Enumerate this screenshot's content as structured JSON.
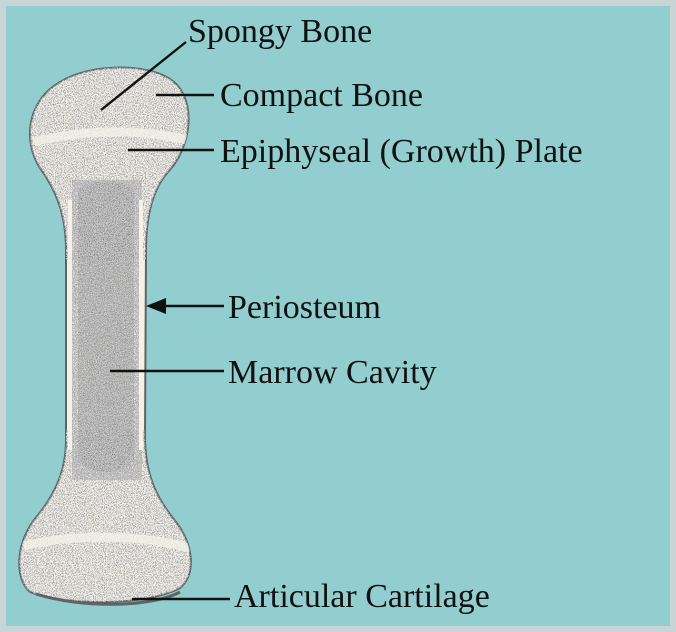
{
  "colors": {
    "background": "#92CED0",
    "frame": "#C7D5D6",
    "bone_fill": "#F4F1E8",
    "bone_outline": "#5F6364",
    "spongy_texture": "#7E8383",
    "marrow": "#3E4242",
    "label_text": "#111111",
    "leader_line": "#111111"
  },
  "labels": {
    "spongy_bone": "Spongy Bone",
    "compact_bone": "Compact Bone",
    "epiphyseal_plate": "Epiphyseal (Growth) Plate",
    "periosteum": "Periosteum",
    "marrow_cavity": "Marrow Cavity",
    "articular_cartilage": "Articular Cartilage"
  },
  "icons": {
    "periosteum_pointer": "arrowhead-left-icon"
  }
}
